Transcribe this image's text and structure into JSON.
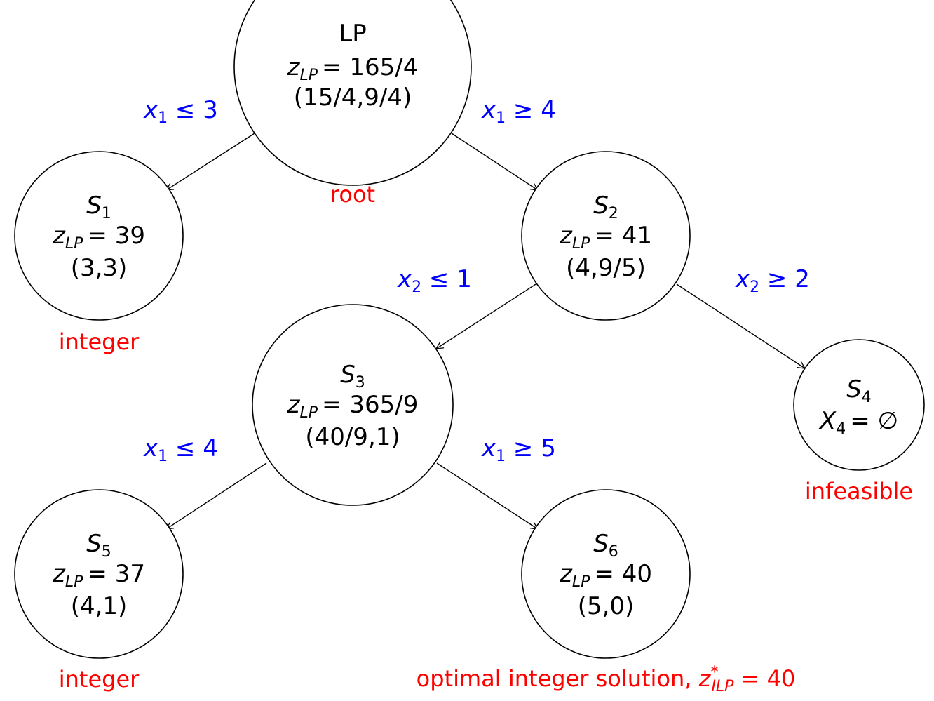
{
  "colors": {
    "constraint": "#0000ff",
    "status": "#ff0000",
    "node_stroke": "#000000"
  },
  "nodes": {
    "lp": {
      "title": "LP",
      "z_label": "z",
      "z_sub": "LP",
      "z_value": "= 165/4",
      "point": "(15/4,9/4)",
      "status": "root"
    },
    "s1": {
      "title": "S",
      "title_sub": "1",
      "z_label": "z",
      "z_sub": "LP",
      "z_value": "= 39",
      "point": "(3,3)",
      "status": "integer"
    },
    "s2": {
      "title": "S",
      "title_sub": "2",
      "z_label": "z",
      "z_sub": "LP",
      "z_value": "= 41",
      "point": "(4,9/5)"
    },
    "s3": {
      "title": "S",
      "title_sub": "3",
      "z_label": "z",
      "z_sub": "LP",
      "z_value": "= 365/9",
      "point": "(40/9,1)"
    },
    "s4": {
      "title": "S",
      "title_sub": "4",
      "set_label": "X",
      "set_sub": "4",
      "set_value": "= ∅",
      "status": "infeasible"
    },
    "s5": {
      "title": "S",
      "title_sub": "5",
      "z_label": "z",
      "z_sub": "LP",
      "z_value": "= 37",
      "point": "(4,1)",
      "status": "integer"
    },
    "s6": {
      "title": "S",
      "title_sub": "6",
      "z_label": "z",
      "z_sub": "LP",
      "z_value": "= 40",
      "point": "(5,0)",
      "status": "optimal integer solution, ",
      "status_z": "z",
      "status_z_sup": "*",
      "status_z_sub": "ILP",
      "status_z_value": " = 40"
    }
  },
  "edges": {
    "lp_s1": {
      "var": "x",
      "var_sub": "1",
      "rel": " ≤ 3"
    },
    "lp_s2": {
      "var": "x",
      "var_sub": "1",
      "rel": " ≥ 4"
    },
    "s2_s3": {
      "var": "x",
      "var_sub": "2",
      "rel": " ≤ 1"
    },
    "s2_s4": {
      "var": "x",
      "var_sub": "2",
      "rel": " ≥ 2"
    },
    "s3_s5": {
      "var": "x",
      "var_sub": "1",
      "rel": " ≤ 4"
    },
    "s3_s6": {
      "var": "x",
      "var_sub": "1",
      "rel": " ≥ 5"
    }
  }
}
